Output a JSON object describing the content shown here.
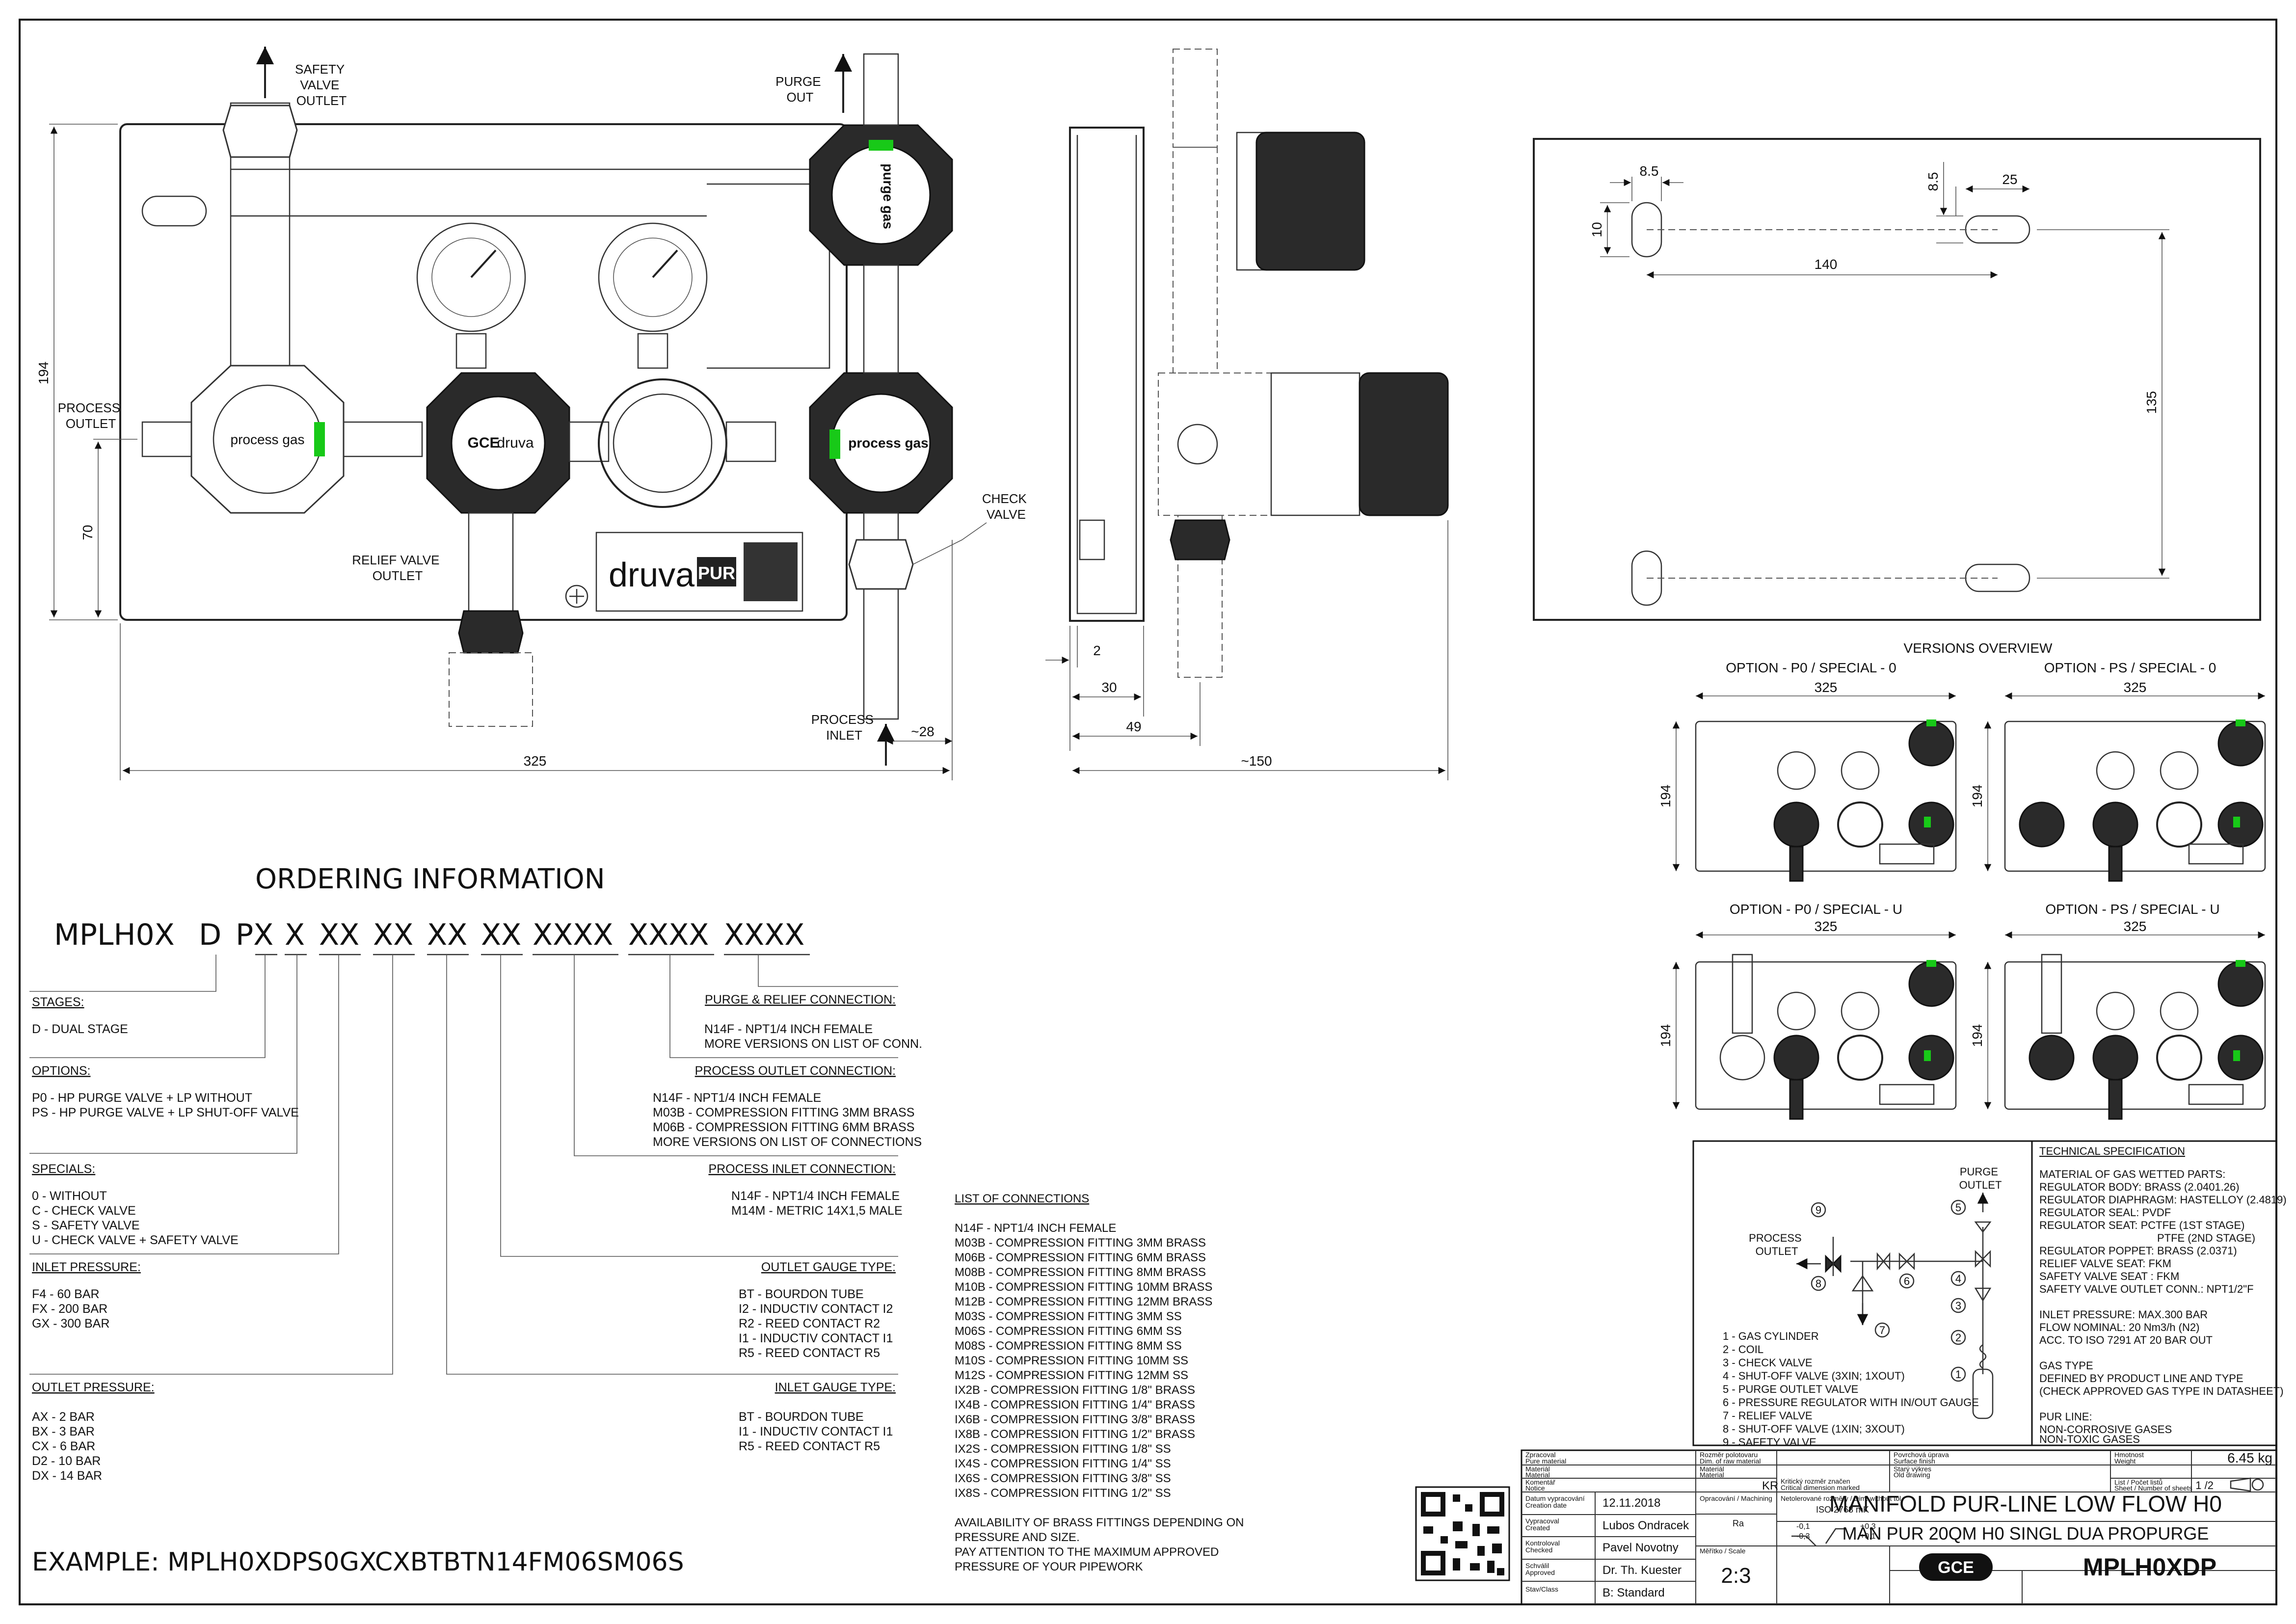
{
  "front_view": {
    "safety_valve_outlet": [
      "SAFETY",
      "VALVE",
      "OUTLET"
    ],
    "purge_out": [
      "PURGE",
      "OUT"
    ],
    "process_outlet": [
      "PROCESS",
      "OUTLET"
    ],
    "relief_valve_outlet": [
      "RELIEF VALVE",
      "OUTLET"
    ],
    "check_valve": [
      "CHECK",
      "VALVE"
    ],
    "process_inlet": [
      "PROCESS",
      "INLET"
    ],
    "purge_gas": "purge gas",
    "process_gas": "process gas",
    "regulator_brand": "druva",
    "regulator_logo": "GCE",
    "nameplate_brand": "druva",
    "nameplate_sub": "PUR",
    "dim_width": "325",
    "dim_height": "194",
    "dim_left_lower": "70",
    "dim_inlet_offset": "~28"
  },
  "side_view": {
    "dim_2": "2",
    "dim_30": "30",
    "dim_49": "49",
    "dim_150": "~150"
  },
  "back_view": {
    "dim_8_5_a": "8.5",
    "dim_8_5_b": "8.5",
    "dim_25": "25",
    "dim_10": "10",
    "dim_140": "140",
    "dim_135": "135"
  },
  "versions": {
    "title": "VERSIONS OVERVIEW",
    "options": [
      {
        "label": "OPTION - P0 / SPECIAL - 0",
        "width": "325",
        "height": "194"
      },
      {
        "label": "OPTION - PS / SPECIAL - 0",
        "width": "325",
        "height": "194"
      },
      {
        "label": "OPTION - P0 / SPECIAL - U",
        "width": "325",
        "height": "194"
      },
      {
        "label": "OPTION - PS / SPECIAL - U",
        "width": "325",
        "height": "194"
      }
    ]
  },
  "ordering": {
    "title": "ORDERING INFORMATION",
    "code": [
      "MPLH0X",
      "D",
      "PX",
      "X",
      "XX",
      "XX",
      "XX",
      "XX",
      "XXXX",
      "XXXX",
      "XXXX"
    ],
    "stages": {
      "title": "STAGES:",
      "items": [
        "D - DUAL STAGE"
      ]
    },
    "options": {
      "title": "OPTIONS:",
      "items": [
        "P0 - HP PURGE VALVE + LP WITHOUT",
        "PS - HP PURGE VALVE + LP SHUT-OFF VALVE"
      ]
    },
    "specials": {
      "title": "SPECIALS:",
      "items": [
        "0 - WITHOUT",
        "C - CHECK VALVE",
        "S - SAFETY VALVE",
        "U - CHECK VALVE + SAFETY VALVE"
      ]
    },
    "inlet_pressure": {
      "title": "INLET PRESSURE:",
      "items": [
        "F4 - 60 BAR",
        "FX - 200 BAR",
        "GX - 300 BAR"
      ]
    },
    "outlet_pressure": {
      "title": "OUTLET PRESSURE:",
      "items": [
        "AX - 2 BAR",
        "BX - 3 BAR",
        "CX - 6 BAR",
        "D2 - 10 BAR",
        "DX - 14 BAR"
      ]
    },
    "purge_relief": {
      "title": "PURGE & RELIEF CONNECTION:",
      "items": [
        "N14F - NPT1/4 INCH FEMALE",
        "MORE VERSIONS ON LIST OF CONN."
      ]
    },
    "process_outlet": {
      "title": "PROCESS OUTLET CONNECTION:",
      "items": [
        "N14F - NPT1/4 INCH FEMALE",
        "M03B - COMPRESSION FITTING 3MM BRASS",
        "M06B - COMPRESSION FITTING 6MM BRASS",
        "MORE VERSIONS ON LIST OF CONNECTIONS"
      ]
    },
    "process_inlet": {
      "title": "PROCESS INLET CONNECTION:",
      "items": [
        "N14F - NPT1/4 INCH FEMALE",
        "M14M - METRIC 14X1,5 MALE"
      ]
    },
    "outlet_gauge": {
      "title": "OUTLET GAUGE TYPE:",
      "items": [
        "BT - BOURDON TUBE",
        "I2 - INDUCTIV CONTACT I2",
        "R2 - REED CONTACT R2",
        "I1 - INDUCTIV CONTACT I1",
        "R5 - REED CONTACT R5"
      ]
    },
    "inlet_gauge": {
      "title": "INLET GAUGE TYPE:",
      "items": [
        "BT - BOURDON TUBE",
        "I1 - INDUCTIV CONTACT I1",
        "R5 - REED CONTACT R5"
      ]
    },
    "example": "EXAMPLE: MPLH0XDPS0GXCXBTBTN14FM06SM06S"
  },
  "connections": {
    "title": "LIST OF CONNECTIONS",
    "items": [
      "N14F - NPT1/4 INCH FEMALE",
      "M03B - COMPRESSION FITTING 3MM BRASS",
      "M06B - COMPRESSION FITTING 6MM BRASS",
      "M08B - COMPRESSION FITTING 8MM BRASS",
      "M10B - COMPRESSION FITTING 10MM BRASS",
      "M12B - COMPRESSION FITTING 12MM BRASS",
      "M03S - COMPRESSION FITTING 3MM SS",
      "M06S - COMPRESSION FITTING 6MM SS",
      "M08S - COMPRESSION FITTING 8MM SS",
      "M10S - COMPRESSION FITTING 10MM SS",
      "M12S - COMPRESSION FITTING 12MM SS",
      "IX2B - COMPRESSION FITTING 1/8\" BRASS",
      "IX4B - COMPRESSION FITTING 1/4\" BRASS",
      "IX6B - COMPRESSION FITTING 3/8\" BRASS",
      "IX8B - COMPRESSION FITTING 1/2\" BRASS",
      "IX2S - COMPRESSION FITTING 1/8\" SS",
      "IX4S - COMPRESSION FITTING 1/4\" SS",
      "IX6S - COMPRESSION FITTING 3/8\" SS",
      "IX8S - COMPRESSION FITTING 1/2\" SS"
    ],
    "notes": [
      "AVAILABILITY OF BRASS FITTINGS DEPENDING ON",
      "PRESSURE AND SIZE.",
      "PAY ATTENTION TO THE MAXIMUM APPROVED",
      "PRESSURE OF YOUR PIPEWORK"
    ]
  },
  "schematic": {
    "purge_outlet": [
      "PURGE",
      "OUTLET"
    ],
    "process_outlet": [
      "PROCESS",
      "OUTLET"
    ],
    "nodes": [
      "1",
      "2",
      "3",
      "4",
      "5",
      "6",
      "7",
      "8",
      "9"
    ],
    "legend": [
      "1 - GAS CYLINDER",
      "2 - COIL",
      "3 - CHECK VALVE",
      "4 - SHUT-OFF VALVE (3XIN; 1XOUT)",
      "5 - PURGE OUTLET VALVE",
      "6 - PRESSURE REGULATOR WITH IN/OUT GAUGE",
      "7 - RELIEF VALVE",
      "8 - SHUT-OFF VALVE (1XIN; 3XOUT)",
      "9 - SAFETY VALVE"
    ]
  },
  "tech_spec": {
    "title": "TECHNICAL SPECIFICATION",
    "lines": [
      "MATERIAL OF GAS WETTED PARTS:",
      "REGULATOR BODY: BRASS (2.0401.26)",
      "REGULATOR DIAPHRAGM: HASTELLOY (2.4819)",
      "REGULATOR SEAL: PVDF",
      "REGULATOR SEAT: PCTFE (1ST STAGE)",
      "PTFE (2ND STAGE)",
      "REGULATOR POPPET: BRASS (2.0371)",
      "RELIEF VALVE SEAT: FKM",
      "SAFETY VALVE SEAT : FKM",
      "SAFETY VALVE  OUTLET CONN.: NPT1/2\"F",
      "",
      "INLET PRESSURE: MAX.300 BAR",
      "FLOW NOMINAL: 20 Nm3/h (N2)",
      "ACC. TO ISO 7291 AT 20 BAR OUT",
      "",
      "GAS TYPE",
      "DEFINED BY PRODUCT LINE AND TYPE",
      "(CHECK APPROVED GAS TYPE IN DATASHEET)",
      "",
      "PUR LINE:",
      "NON-CORROSIVE GASES",
      "NON-TOXIC GASES"
    ]
  },
  "title_block": {
    "zpracoval": "Zpracoval",
    "pure_material": "Pure material",
    "material_cz": "Materiál",
    "material_en": "Material",
    "komentar": "Komentář",
    "notice": "Notice",
    "datum": "Datum vypracování",
    "creation_date": "Creation date",
    "date": "12.11.2018",
    "vypracoval": "Vypracoval",
    "created": "Created",
    "author": "Lubos Ondracek",
    "kontroloval": "Kontroloval",
    "checked": "Checked",
    "checker": "Pavel Novotny",
    "schvalil": "Schválil",
    "approved": "Approved",
    "approver": "Dr. Th. Kuester",
    "stav": "Stav/Class",
    "class_value": "B: Standard",
    "rozmer_cz": "Rozměr polotovaru",
    "rozmer_en": "Dim. of raw material",
    "material2_cz": "Materiál",
    "material2_en": "Material",
    "kr": "KR",
    "krit_cz": "Kritický rozměr značen",
    "krit_en": "Critical dimension marked",
    "oprac_cz": "Opracování / Machining",
    "ra": "Ra",
    "netol_cz": "Netolerované rozměry / Dim. without tol.",
    "iso": "ISO 2768 mK",
    "tol_minus1": "-0,1",
    "tol_minus2": "-0,3",
    "tol_plus1": "+0,3",
    "tol_plus2": "+0,1",
    "meritko": "Měřítko / Scale",
    "scale": "2:3",
    "povrch_cz": "Povrchová úprava",
    "povrch_en": "Surface finish",
    "stary_cz": "Starý výkres",
    "stary_en": "Old drawing",
    "hmotnost_cz": "Hmotnost",
    "hmotnost_en": "Weight",
    "weight": "6.45 kg",
    "list_cz": "List / Počet listů",
    "list_en": "Sheet / Number of sheets",
    "sheet": "1 /2",
    "title1": "MANIFOLD PUR-LINE LOW FLOW H0",
    "title2": "MAN PUR 20QM H0 SINGL DUA PROPURGE",
    "logo": "GCE",
    "part_no": "MPLH0XDP"
  }
}
